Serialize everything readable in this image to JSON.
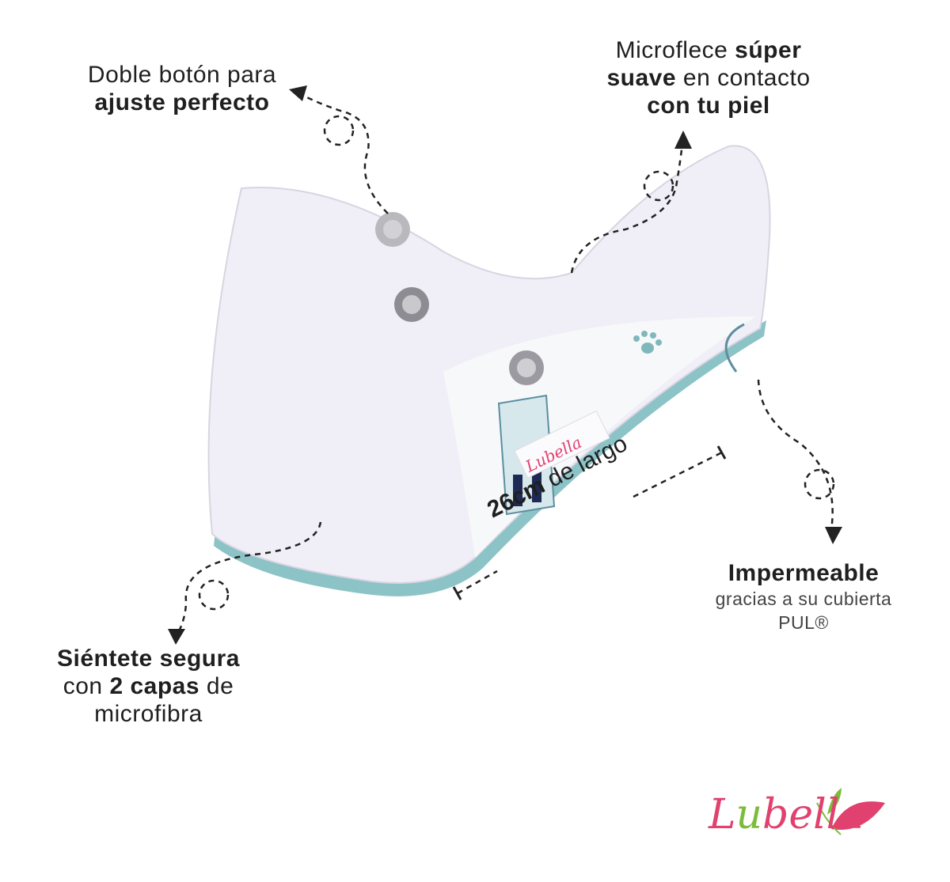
{
  "features": {
    "buttons": {
      "line1": "Doble botón para",
      "line2_bold": "ajuste perfecto"
    },
    "microfleece": {
      "line1_regular": "Microflece ",
      "line1_bold": "súper",
      "line2_bold": "suave",
      "line2_regular": " en contacto",
      "line3_bold": "con tu piel"
    },
    "waterproof": {
      "title": "Impermeable",
      "line1": "gracias a su cubierta",
      "line2": "PUL®"
    },
    "layers": {
      "line1_bold": "Siéntete segura",
      "line2_a": "con ",
      "line2_bold": "2 capas",
      "line2_b": " de",
      "line3": "microfibra"
    }
  },
  "measure": {
    "value_bold": "26cm",
    "text": " de largo"
  },
  "brand": {
    "logo": "Lubella",
    "tag": "Lubella"
  },
  "colors": {
    "brand_pink": "#e0416e",
    "brand_green": "#7dbb3c",
    "teal_print": "#7fb8bc",
    "pad": "#f0eef6"
  }
}
